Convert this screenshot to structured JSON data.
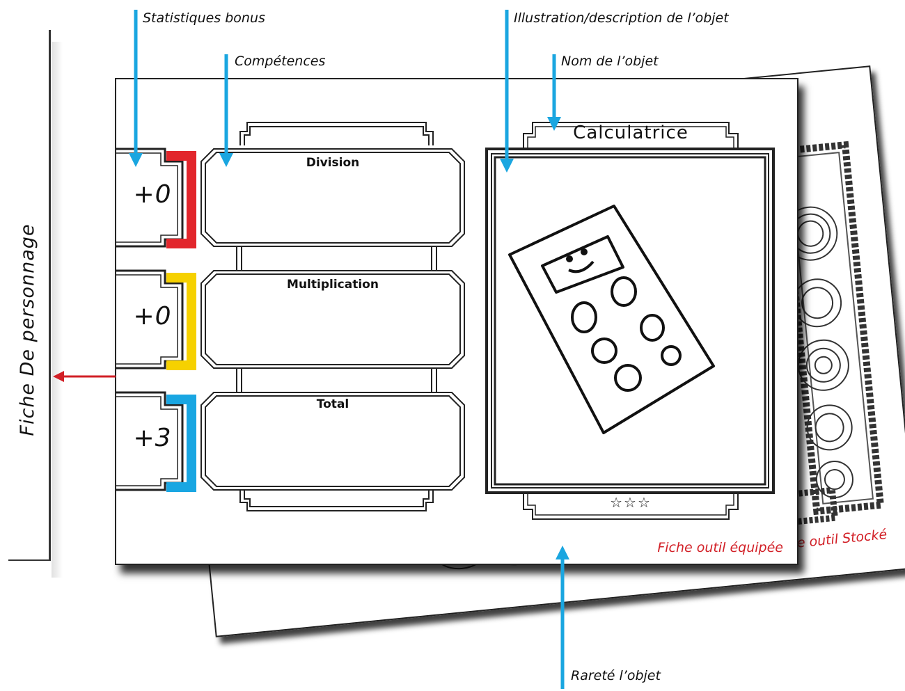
{
  "character_sheet": {
    "label": "Fiche De personnage"
  },
  "stats": [
    {
      "value": "+0",
      "color": "#e2262c"
    },
    {
      "value": "+0",
      "color": "#f6d100"
    },
    {
      "value": "+3",
      "color": "#19a6e2"
    }
  ],
  "skills": [
    {
      "title": "Division"
    },
    {
      "title": "Multiplication"
    },
    {
      "title": "Total"
    }
  ],
  "item": {
    "name": "Calculatrice",
    "rarity": "☆☆☆"
  },
  "sheets": {
    "equipped": "Fiche outil équipée",
    "stored": "Fiche outil Stocké"
  },
  "callouts": {
    "bonus_stats": "Statistiques bonus",
    "skills": "Compétences",
    "illustration": "Illustration/description de l’objet",
    "item_name": "Nom de l’objet",
    "rarity": "Rareté l’objet"
  },
  "colors": {
    "callout_arrow": "#1aa6e0",
    "sheet_label": "#d21f26",
    "character_arrow": "#d21f26"
  }
}
